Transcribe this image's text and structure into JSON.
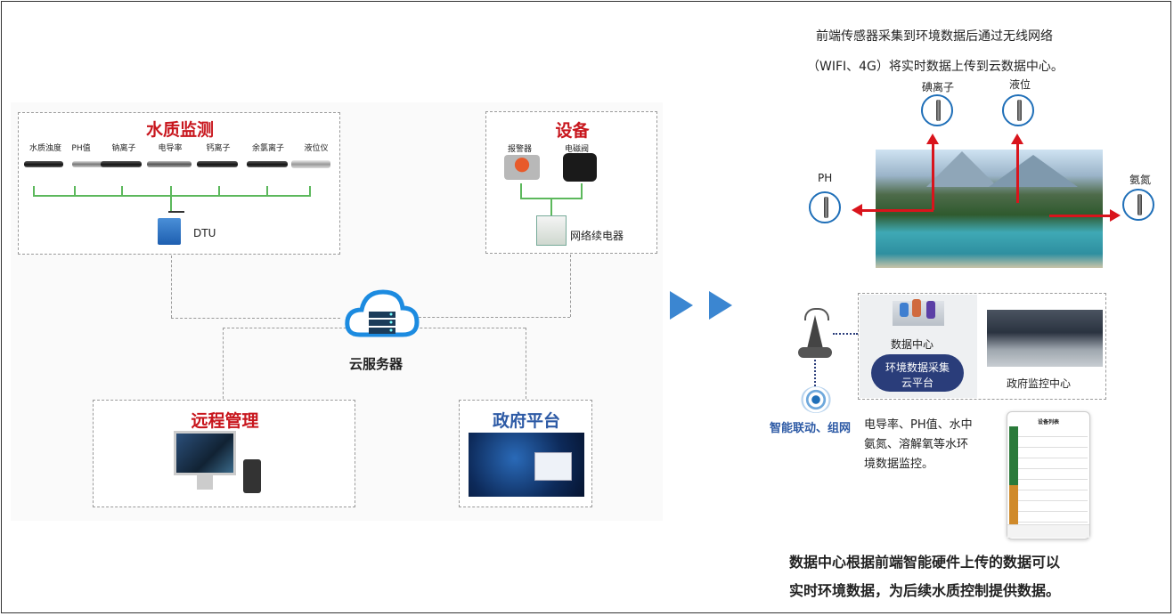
{
  "left": {
    "water_monitor": {
      "title": "水质监测",
      "sensors": [
        "水质浊度",
        "PH值",
        "钠离子",
        "电导率",
        "钙离子",
        "余氯离子",
        "液位仪"
      ],
      "dtu_label": "DTU"
    },
    "equipment": {
      "title": "设备",
      "items": [
        "报警器",
        "电磁阀"
      ],
      "relay_label": "网络续电器"
    },
    "cloud_label": "云服务器",
    "remote": {
      "title": "远程管理"
    },
    "gov": {
      "title": "政府平台"
    }
  },
  "right": {
    "intro_line1": "前端传感器采集到环境数据后通过无线网络",
    "intro_line2": "（WIFI、4G）将实时数据上传到云数据中心。",
    "sensor_top_1": "碘离子",
    "sensor_top_2": "液位",
    "sensor_left": "PH",
    "sensor_right": "氨氮",
    "data_center": "数据中心",
    "cloud_platform_line1": "环境数据采集",
    "cloud_platform_line2": "云平台",
    "gov_monitor": "政府监控中心",
    "iot_label": "智能联动、组网",
    "monitor_desc_1": "电导率、PH值、水中",
    "monitor_desc_2": "氨氮、溶解氧等水环",
    "monitor_desc_3": "境数据监控。",
    "bottom_line1": "数据中心根据前端智能硬件上传的数据可以",
    "bottom_line2": "实时环境数据，为后续水质控制提供数据。",
    "phone_title": "设备列表"
  },
  "colors": {
    "red": "#c8161d",
    "blue": "#2d5aa5",
    "green": "#5cb85c",
    "arrow": "#3b86d1"
  }
}
